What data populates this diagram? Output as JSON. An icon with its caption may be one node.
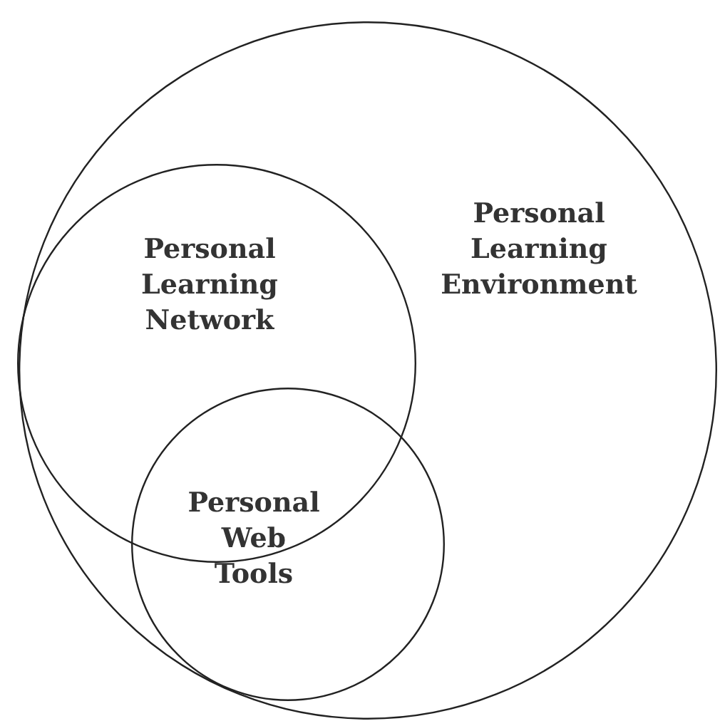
{
  "diagram": {
    "nodes": [
      {
        "text": [
          "Personal Learning Environment"
        ]
      },
      {
        "text": [
          "Personal Learning Network"
        ],
        "in": 0
      },
      {
        "text": [
          "Personal Web Tools"
        ],
        "in": 0
      }
    ]
  }
}
